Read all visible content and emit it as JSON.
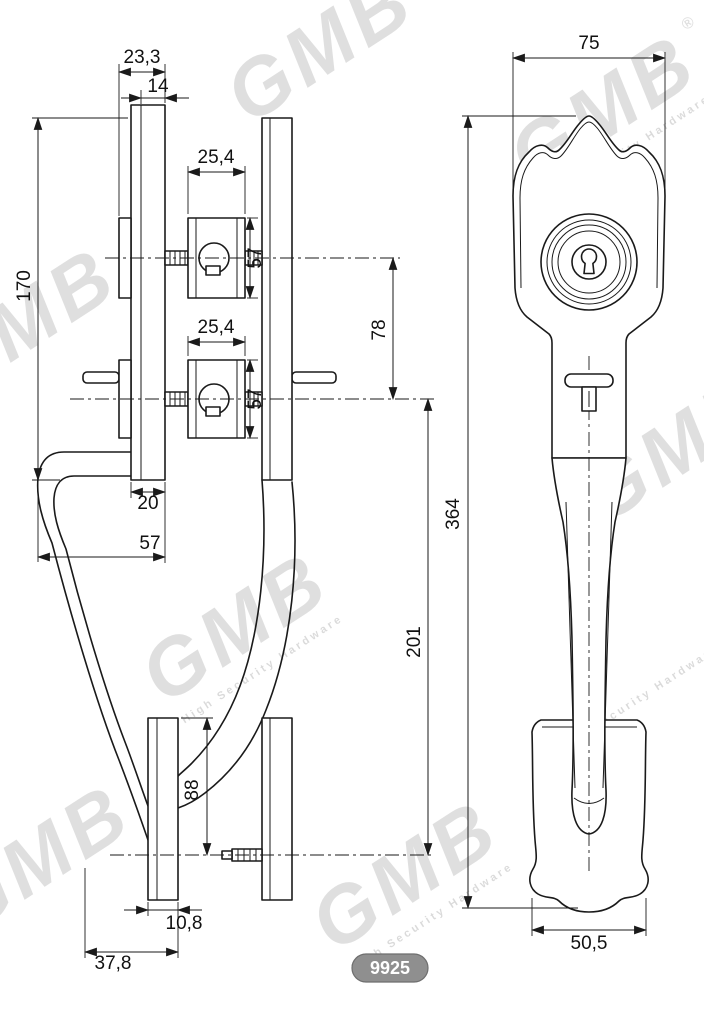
{
  "part_number": "9925",
  "watermark": {
    "brand": "GMB",
    "registered": "®",
    "tagline": "High Security Hardware"
  },
  "views": {
    "side": {
      "dims": {
        "plate_total_thickness": "23,3",
        "plate_thickness": "14",
        "cyl_width_top": "25,4",
        "cyl_height_top": "57",
        "plate_height": "170",
        "cyl_width_mid": "25,4",
        "cyl_height_mid": "57",
        "center_distance": "78",
        "plate_bottom_width": "20",
        "handle_projection": "57",
        "handle_length": "201",
        "bottom_plate_height": "88",
        "bottom_plate_thickness": "10,8",
        "bottom_projection": "37,8"
      }
    },
    "front": {
      "dims": {
        "plate_width": "75",
        "total_height": "364",
        "bottom_width": "50,5"
      }
    }
  }
}
